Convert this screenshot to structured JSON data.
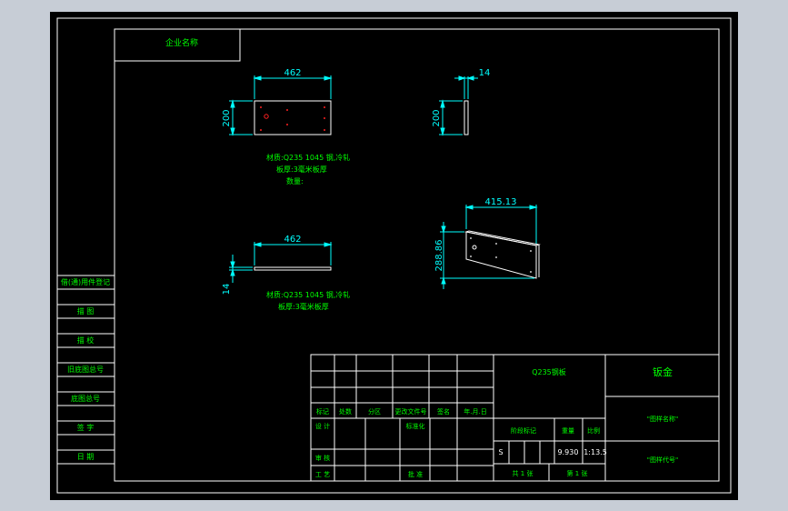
{
  "colors": {
    "background": "#c7cdd6",
    "sheet": "#000000",
    "frame": "#ffffff",
    "dimension": "#00ffff",
    "text": "#00ff00",
    "hole": "#ff2020"
  },
  "titleblock_top_left": "企业名称",
  "views": {
    "front": {
      "width_dim": "462",
      "height_dim": "200"
    },
    "side": {
      "thickness_dim": "14",
      "height_dim": "200"
    },
    "bottom": {
      "width_dim": "462",
      "thickness_dim": "14"
    },
    "iso": {
      "width_dim": "415.13",
      "height_dim": "288.86"
    }
  },
  "notes": {
    "note1": {
      "line1": "材质:Q235 1045 钢,冷轧",
      "line2": "板厚:3毫米板厚",
      "line3": "数量:"
    },
    "note2": {
      "line1": "材质:Q235 1045 钢,冷轧",
      "line2": "板厚:3毫米板厚"
    }
  },
  "side_labels": [
    "借(通)用件登记",
    "描 图",
    "描 校",
    "旧底图总号",
    "底图总号",
    "签 字",
    "日 期"
  ],
  "titleblock": {
    "header_labels": [
      "标记",
      "处数",
      "分区",
      "更改文件号",
      "签名",
      "年.月.日"
    ],
    "row_labels": [
      "设 计",
      "标准化",
      "审 核",
      "工 艺",
      "批 准"
    ],
    "part_name": "Q235钢板",
    "company": "钣金",
    "drawing_name": "\"图样名称\"",
    "drawing_code": "\"图样代号\"",
    "stage_label": "阶段标记",
    "weight_label": "重量",
    "scale_label": "比例",
    "stage_value": "S",
    "weight_value": "9.930",
    "scale_value": "1:13.5",
    "sheets_total": "共 1 张",
    "sheet_no": "第 1 张"
  }
}
